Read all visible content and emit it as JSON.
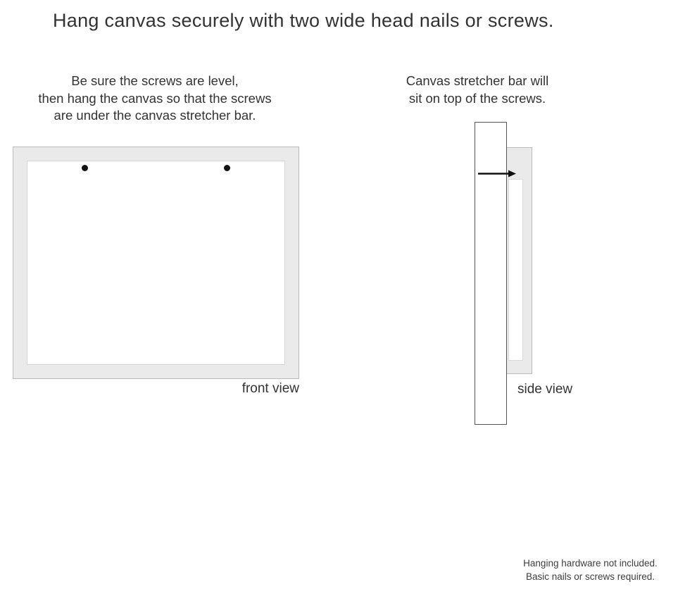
{
  "title": "Hang canvas securely with two wide head nails or screws.",
  "instructions": {
    "front": {
      "lines": [
        "Be sure the screws are level,",
        "then hang the canvas so that the screws",
        "are under the canvas stretcher bar."
      ]
    },
    "side": {
      "lines": [
        "Canvas stretcher bar will",
        "sit on top of the screws."
      ]
    }
  },
  "views": {
    "front": {
      "label": "front view"
    },
    "side": {
      "label": "side view"
    }
  },
  "footer": {
    "lines": [
      "Hanging hardware not included.",
      "Basic nails or screws required."
    ]
  },
  "colors": {
    "text": "#333333",
    "canvas_fill": "#eaeaea",
    "frame_border": "#bbbbbb",
    "screw": "#111111"
  }
}
